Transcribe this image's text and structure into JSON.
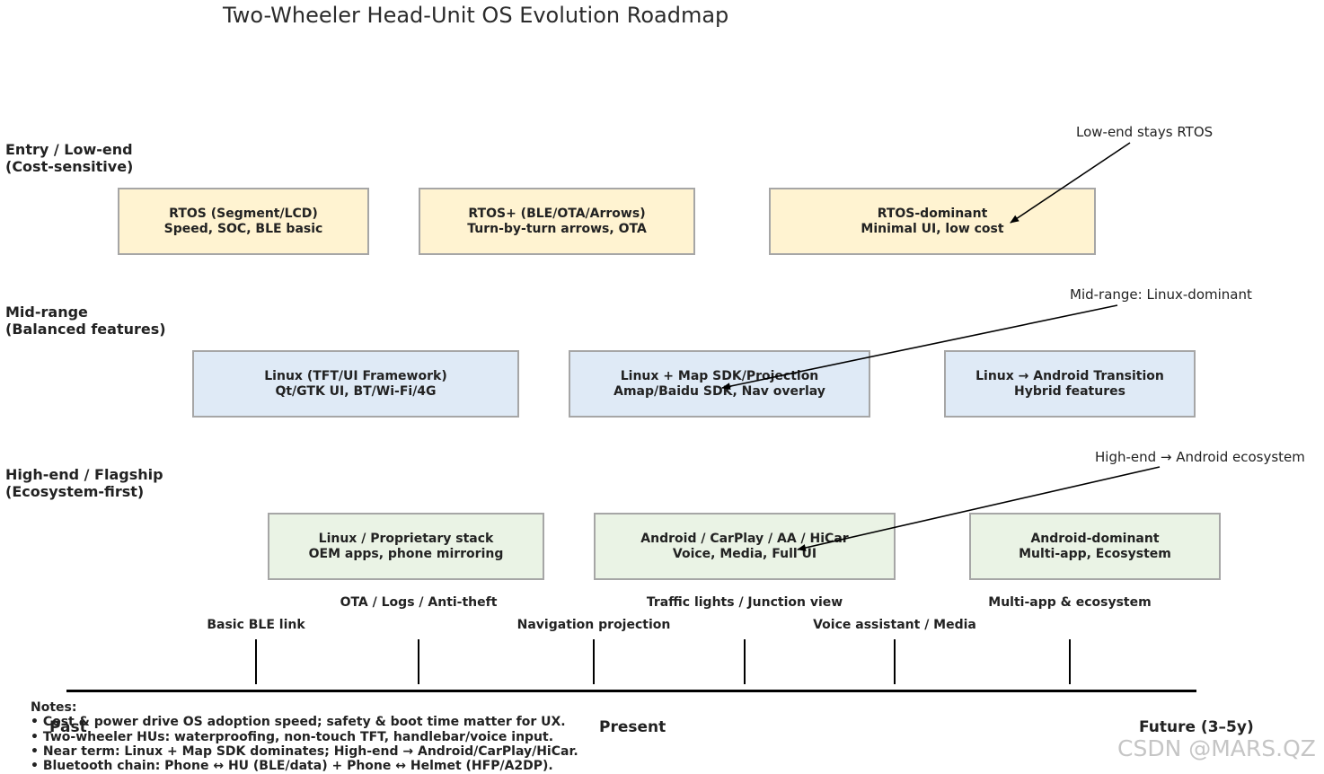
{
  "title": "Two-Wheeler Head-Unit OS Evolution Roadmap",
  "colors": {
    "entry_fill": "#fff3d1",
    "mid_fill": "#dfeaf6",
    "high_fill": "#eaf3e5",
    "box_border": "#a6a6a6",
    "axis": "#000000"
  },
  "tiers": {
    "entry": {
      "label_line1": "Entry / Low-end",
      "label_line2": "(Cost-sensitive)",
      "boxes": [
        {
          "line1": "RTOS (Segment/LCD)",
          "line2": "Speed, SOC, BLE basic"
        },
        {
          "line1": "RTOS+ (BLE/OTA/Arrows)",
          "line2": "Turn-by-turn arrows, OTA"
        },
        {
          "line1": "RTOS-dominant",
          "line2": "Minimal UI, low cost"
        }
      ],
      "annotation": "Low-end stays RTOS"
    },
    "mid": {
      "label_line1": "Mid-range",
      "label_line2": "(Balanced features)",
      "boxes": [
        {
          "line1": "Linux (TFT/UI Framework)",
          "line2": "Qt/GTK UI, BT/Wi-Fi/4G"
        },
        {
          "line1": "Linux + Map SDK/Projection",
          "line2": "Amap/Baidu SDK, Nav overlay"
        },
        {
          "line1": "Linux → Android Transition",
          "line2": "Hybrid features"
        }
      ],
      "annotation": "Mid-range: Linux-dominant"
    },
    "high": {
      "label_line1": "High-end / Flagship",
      "label_line2": "(Ecosystem-first)",
      "boxes": [
        {
          "line1": "Linux / Proprietary stack",
          "line2": "OEM apps, phone mirroring"
        },
        {
          "line1": "Android / CarPlay / AA / HiCar",
          "line2": "Voice, Media, Full UI"
        },
        {
          "line1": "Android-dominant",
          "line2": "Multi-app, Ecosystem"
        }
      ],
      "annotation": "High-end → Android ecosystem"
    }
  },
  "milestones": [
    "Basic BLE link",
    "OTA / Logs / Anti-theft",
    "Navigation projection",
    "Traffic lights / Junction view",
    "Voice assistant / Media",
    "Multi-app & ecosystem"
  ],
  "timeline": {
    "past": "Past",
    "present": "Present",
    "future": "Future (3–5y)"
  },
  "notes": {
    "heading": "Notes:",
    "lines": [
      "• Cost & power drive OS adoption speed; safety & boot time matter for UX.",
      "• Two-wheeler HUs: waterproofing, non-touch TFT, handlebar/voice input.",
      "• Near term: Linux + Map SDK dominates; High-end → Android/CarPlay/HiCar.",
      "• Bluetooth chain: Phone ↔ HU (BLE/data) + Phone ↔ Helmet (HFP/A2DP)."
    ]
  },
  "watermark": "CSDN @MARS.QZ"
}
